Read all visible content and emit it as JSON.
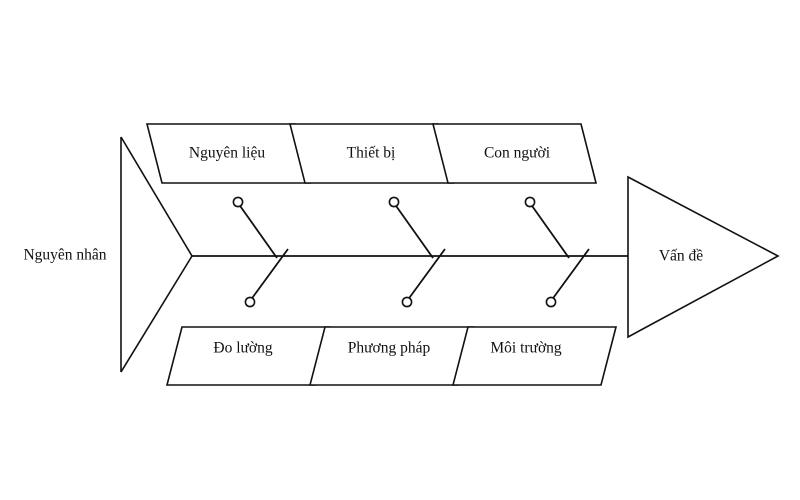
{
  "diagram": {
    "type": "fishbone",
    "title_label": "Nguyên nhân",
    "effect_label": "Vấn đề",
    "categories_top": [
      {
        "label": "Nguyên liệu"
      },
      {
        "label": "Thiết bị"
      },
      {
        "label": "Con người"
      }
    ],
    "categories_bottom": [
      {
        "label": "Đo lường"
      },
      {
        "label": "Phương  pháp"
      },
      {
        "label": "Môi trường"
      }
    ],
    "colors": {
      "stroke": "#111111",
      "background": "#ffffff",
      "text": "#111111",
      "shape_fill": "#ffffff"
    }
  }
}
